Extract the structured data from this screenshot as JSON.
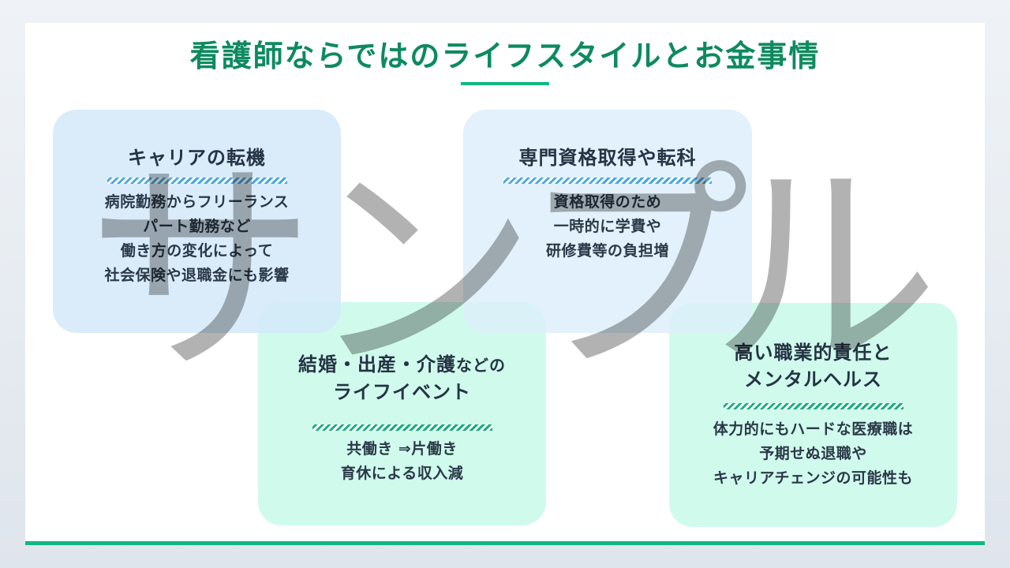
{
  "header": {
    "title": "看護師ならではのライフスタイルとお金事情"
  },
  "cards": [
    {
      "title": "キャリアの転機",
      "lines": [
        "病院勤務からフリーランス",
        "パート勤務など",
        "働き方の変化によって",
        "社会保険や退職金にも影響"
      ]
    },
    {
      "title": "専門資格取得や転科",
      "lines": [
        "資格取得のため",
        "一時的に学費や",
        "研修費等の負担増"
      ]
    },
    {
      "title_main": "結婚・出産・介護",
      "title_small": "などの",
      "title_line2": "ライフイベント",
      "lines": [
        "共働き ⇒片働き",
        "育休による収入減"
      ]
    },
    {
      "title": "高い職業的責任と",
      "title_line2": "メンタルヘルス",
      "lines": [
        "体力的にもハードな医療職は",
        "予期せぬ退職や",
        "キャリアチェンジの可能性も"
      ]
    }
  ],
  "watermark": {
    "chars": [
      "サ",
      "ン",
      "プ",
      "ル"
    ]
  },
  "colors": {
    "accent_green": "#10b981",
    "title_green": "#0e8a5f",
    "hatch_blue": "#4aa9de",
    "hatch_green": "#14b07c"
  }
}
